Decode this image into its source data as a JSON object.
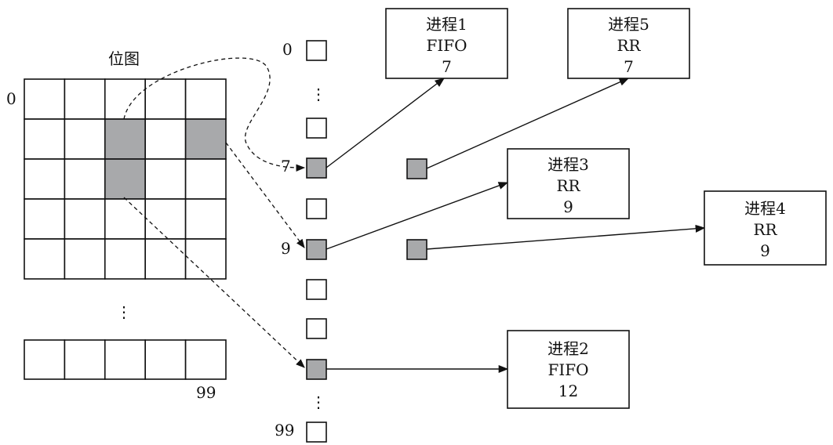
{
  "bitmap": {
    "title": "位图",
    "row_label": "0",
    "end_label": "99",
    "ellipsis": "⋮",
    "grid": [
      [
        0,
        0,
        0,
        0,
        0
      ],
      [
        0,
        0,
        1,
        0,
        1
      ],
      [
        0,
        0,
        1,
        0,
        0
      ],
      [
        0,
        0,
        0,
        0,
        0
      ],
      [
        0,
        0,
        0,
        0,
        0
      ]
    ],
    "last_row": [
      0,
      0,
      0,
      0,
      0
    ]
  },
  "queue": {
    "labels": {
      "first": "0",
      "seven": "7",
      "nine": "9",
      "last": "99"
    },
    "ellipsis": "⋮"
  },
  "processes": [
    {
      "id": "p1",
      "name": "进程1",
      "policy": "FIFO",
      "priority": "7"
    },
    {
      "id": "p5",
      "name": "进程5",
      "policy": "RR",
      "priority": "7"
    },
    {
      "id": "p3",
      "name": "进程3",
      "policy": "RR",
      "priority": "9"
    },
    {
      "id": "p4",
      "name": "进程4",
      "policy": "RR",
      "priority": "9"
    },
    {
      "id": "p2",
      "name": "进程2",
      "policy": "FIFO",
      "priority": "12"
    }
  ],
  "colors": {
    "filled": "#a8a9ab",
    "stroke": "#111111",
    "background": "#ffffff"
  }
}
